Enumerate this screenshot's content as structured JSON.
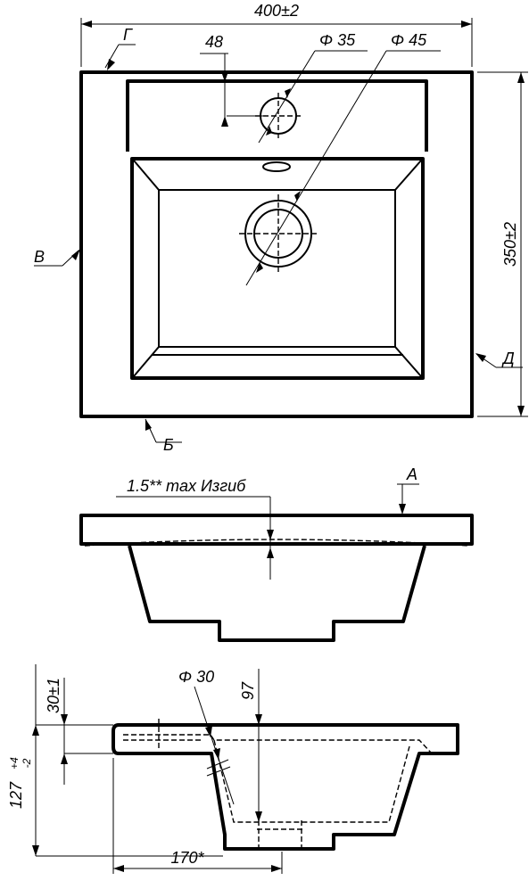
{
  "top_view": {
    "width_dim": "400±2",
    "height_dim": "350±2",
    "offset_dim": "48",
    "small_hole_dim": "Φ 35",
    "drain_dim": "Φ 45",
    "view_g": "Г",
    "view_v": "В",
    "view_b": "Б",
    "view_d": "Д"
  },
  "front_view": {
    "bend_note": "1.5** max Изгиб",
    "view_a": "А"
  },
  "side_view": {
    "rim_dim": "30±1",
    "depth_dim": "127",
    "depth_tol_upper": "+4",
    "depth_tol_lower": "-2",
    "overflow_dim": "Φ 30",
    "bowl_dim": "97",
    "drain_offset_dim": "170*"
  }
}
